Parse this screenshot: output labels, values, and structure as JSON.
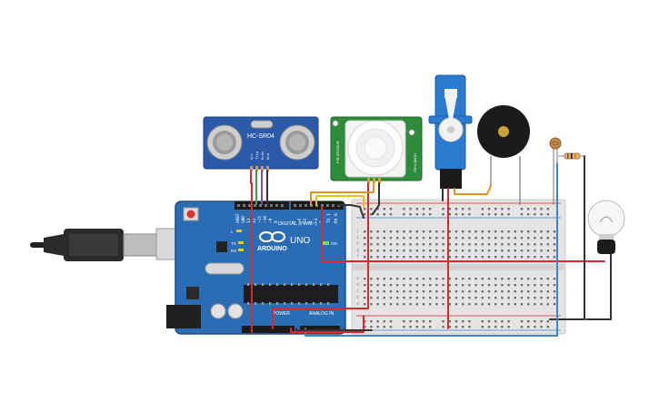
{
  "arduino": {
    "brand": "ARDUINO",
    "model": "UNO",
    "digital_label": "DIGITAL (PWM~)",
    "power_label": "POWER",
    "analog_label": "ANALOG IN",
    "on_label": "ON",
    "tx_label": "TX",
    "rx_label": "RX",
    "l_label": "L",
    "pin_labels": [
      "AREF",
      "GND",
      "13",
      "12",
      "~11",
      "~10",
      "~9",
      "8",
      "7",
      "~6",
      "~5",
      "4",
      "~3",
      "2",
      "TX 1",
      "RX 0"
    ]
  },
  "ultrasonic": {
    "label": "HC-SR04",
    "pins": [
      "Vcc",
      "Trig",
      "Echo",
      "Gnd"
    ]
  },
  "pir": {
    "side_label_left": "PIR SENSOR",
    "side_label_right": "SEN-08630"
  },
  "breadboard": {
    "row_letters_top": [
      "j",
      "i",
      "h",
      "g",
      "f"
    ],
    "row_letters_bottom": [
      "e",
      "d",
      "c",
      "b",
      "a"
    ]
  },
  "colors": {
    "board": "#2a6db5",
    "board_dark": "#1c4f8a",
    "wire_red": "#e0262a",
    "wire_black": "#333333",
    "wire_orange": "#e6921e",
    "wire_yellow": "#e8c21a",
    "wire_blue": "#3a86c8",
    "wire_green": "#3aa04a",
    "wire_purple": "#8e44ad",
    "pir_pcb": "#2e8b3a",
    "servo": "#2a7ad0"
  }
}
